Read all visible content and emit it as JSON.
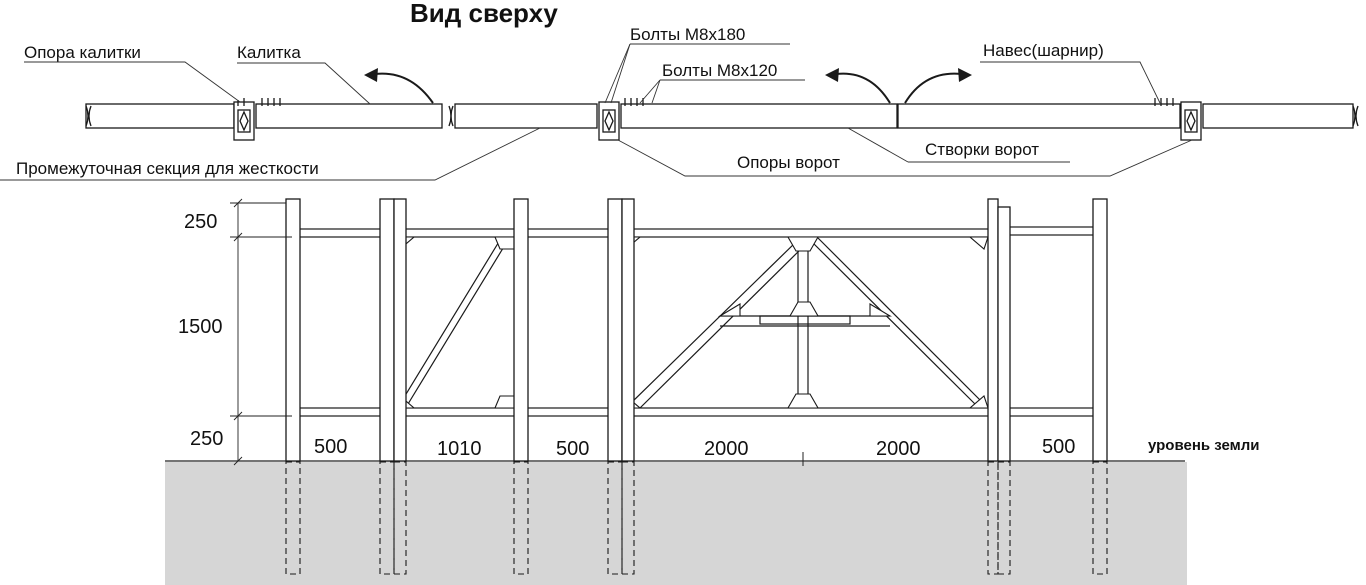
{
  "top_view": {
    "title": "Вид сверху",
    "labels": {
      "gate_support": "Опора калитки",
      "wicket": "Калитка",
      "bolts_180": "Болты М8х180",
      "bolts_120": "Болты М8х120",
      "hinge": "Навес(шарнир)",
      "gate_leaves": "Створки ворот",
      "gate_posts": "Опоры ворот",
      "intermediate_section": "Промежуточная секция для жесткости"
    }
  },
  "front_view": {
    "ground_level": "уровень земли",
    "dimensions": {
      "top_band": "250",
      "height": "1500",
      "bottom_band": "250",
      "spans": [
        "500",
        "1010",
        "500",
        "2000",
        "2000",
        "500"
      ]
    }
  },
  "colors": {
    "line": "#1a1a1a",
    "ground": "#d6d6d6",
    "background": "#ffffff"
  }
}
